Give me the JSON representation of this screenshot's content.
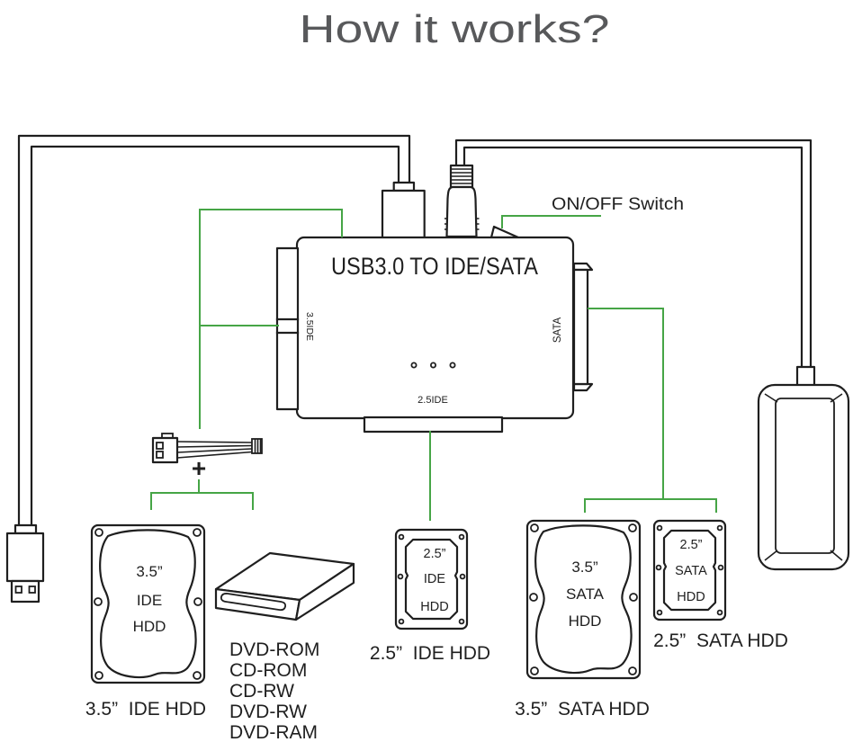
{
  "title": "How it works?",
  "colors": {
    "line": "#1f1f1f",
    "green": "#46a546",
    "title": "#58595b"
  },
  "adapter": {
    "label": "USB3.0 TO IDE/SATA",
    "port_left": "3.5IDE",
    "port_right": "SATA",
    "port_bottom": "2.5IDE"
  },
  "switch": {
    "label": "ON/OFF Switch"
  },
  "power_connector": {
    "plus": "+"
  },
  "drives": {
    "ide35": {
      "size": "3.5”",
      "bus": "IDE",
      "type": "HDD",
      "caption": "3.5”  IDE HDD"
    },
    "ide25": {
      "size": "2.5”",
      "bus": "IDE",
      "type": "HDD",
      "caption": "2.5”  IDE HDD"
    },
    "sata35": {
      "size": "3.5”",
      "bus": "SATA",
      "type": "HDD",
      "caption": "3.5”  SATA HDD"
    },
    "sata25": {
      "size": "2.5”",
      "bus": "SATA",
      "type": "HDD",
      "caption": "2.5”  SATA HDD"
    }
  },
  "optical_drive": {
    "types": [
      "DVD-ROM",
      "CD-ROM",
      "CD-RW",
      "DVD-RW",
      "DVD-RAM"
    ]
  }
}
